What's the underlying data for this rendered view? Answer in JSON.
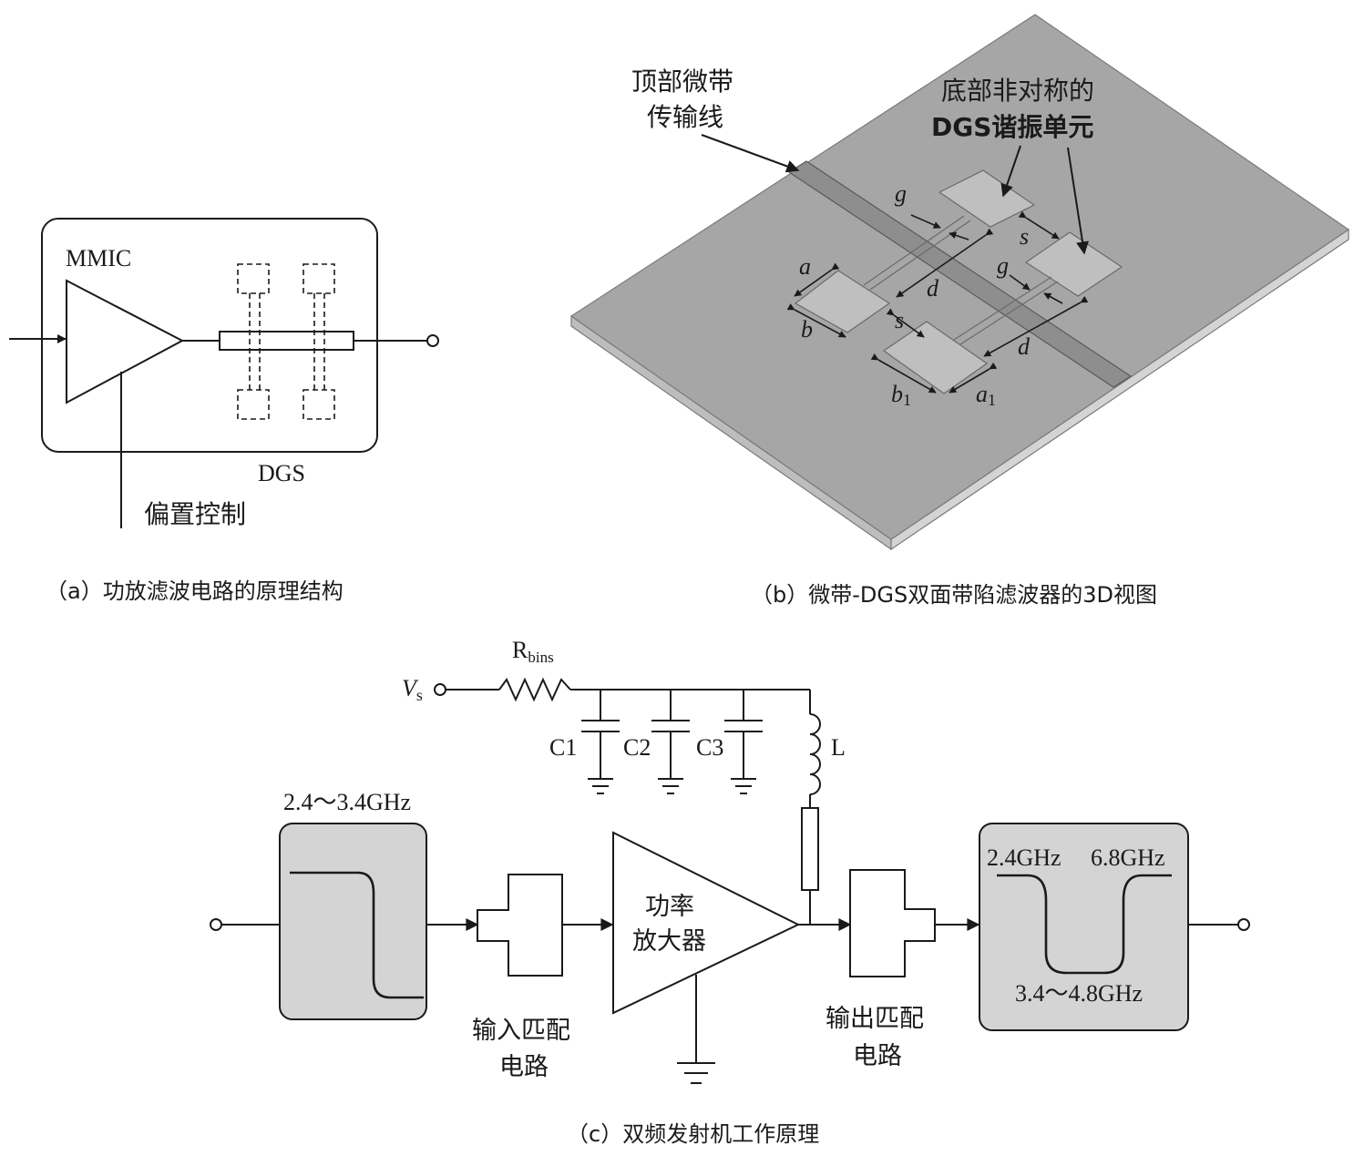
{
  "panel_a": {
    "mmic_label": "MMIC",
    "dgs_label": "DGS",
    "bias_label": "偏置控制",
    "caption": "（a）功放滤波电路的原理结构"
  },
  "panel_b": {
    "microstrip_label_line1": "顶部微带",
    "microstrip_label_line2": "传输线",
    "dgs_label_line1": "底部非对称的",
    "dgs_label_line2": "DGS谐振单元",
    "dims": {
      "g_top": "g",
      "g_right": "g",
      "s_top": "s",
      "s_bottom": "s",
      "a": "a",
      "b": "b",
      "d_left": "d",
      "d_right": "d",
      "b1": "b",
      "b1_sub": "1",
      "a1": "a",
      "a1_sub": "1"
    },
    "caption": "（b）微带-DGS双面带陷滤波器的3D视图"
  },
  "panel_c": {
    "vs_label": "V",
    "vs_sub": "s",
    "rbias_label": "R",
    "rbias_sub": "bins",
    "c1": "C1",
    "c2": "C2",
    "c3": "C3",
    "inductor": "L",
    "lpf_range": "2.4～3.4GHz",
    "amp_line1": "功率",
    "amp_line2": "放大器",
    "input_match_line1": "输入匹配",
    "input_match_line2": "电路",
    "output_match_line1": "输出匹配",
    "output_match_line2": "电路",
    "notch_left": "2.4GHz",
    "notch_right": "6.8GHz",
    "notch_range": "3.4～4.8GHz",
    "caption": "（c）双频发射机工作原理"
  }
}
